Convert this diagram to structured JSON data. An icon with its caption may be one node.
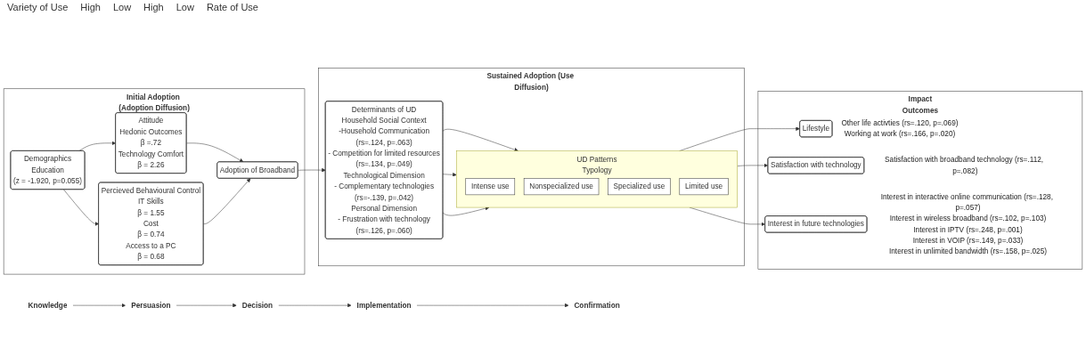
{
  "diagram": {
    "nodes": [
      {
        "text": [
          "Initial Adoption (Adoption Diffusion)"
        ]
      },
      {
        "text": [
          "Demographics",
          "Education",
          "(z = -1.920, p=0.055)"
        ],
        "in": 0
      },
      {
        "text": [
          "Attitude",
          "Hedonic Outcomes",
          "β =.72",
          "Technology Comfort",
          "β = 2.26"
        ],
        "in": 0
      },
      {
        "text": [
          "Percieved Behavioural Control",
          "IT Skills",
          "β = 1.55",
          "Cost",
          "β = 0.74",
          "Access to a PC",
          "β = 0.68"
        ],
        "in": 0
      },
      {
        "text": [
          "Adoption of Broadband"
        ],
        "in": 0
      },
      {
        "text": [
          "Sustained Adoption (Use Diffusion)"
        ]
      },
      {
        "text": [
          "Determinants of UD",
          "Household Social Context",
          "-Household Communication",
          "(rs=.124, p=.063)",
          "- Competition for limited resources",
          "(rs=.134, p=.049)",
          "Technological Dimension",
          "- Complementary technologies",
          "(rs=-.139, p=.042)",
          "Personal Dimension",
          "- Frustration with technology",
          "(rs=.126, p=.060)"
        ],
        "in": 5
      },
      {
        "text": [
          "UD Patterns",
          "Typology"
        ],
        "in": 5
      },
      {
        "text": [
          "Intense use"
        ],
        "in": 7
      },
      {
        "text": [
          "Nonspecialized use"
        ],
        "in": 7
      },
      {
        "text": [
          "Specialized use"
        ],
        "in": 7
      },
      {
        "text": [
          "Limited use"
        ],
        "in": 7
      },
      {
        "text": [
          "Impact",
          "Outcomes"
        ]
      },
      {
        "text": [
          "Lifestyle"
        ],
        "in": 12,
        "beside": [
          "Other life activties (rs=.120, p=.069)",
          "Working at work (rs=.166, p=.020)"
        ]
      },
      {
        "text": [
          "Satisfaction with technology"
        ],
        "in": 12,
        "beside": [
          "Satisfaction with broadband technology (rs=.112, p=.082)"
        ]
      },
      {
        "text": [
          "Interest in future technologies"
        ],
        "in": 12,
        "beside": [
          "Interest in interactive online communication (rs=.128, p=.057)",
          "Interest in wireless broadband (rs=.102, p=.103)",
          "Interest in IPTV (rs=.248, p=.001)",
          "Interest in VOIP (rs=.149, p=.033)",
          "Interest in unlimited bandwidth (rs=.158, p=.025)"
        ]
      },
      {
        "text": [
          "Knowledge"
        ]
      },
      {
        "text": [
          "Persuasion"
        ]
      },
      {
        "text": [
          "Decision"
        ]
      },
      {
        "text": [
          "Implementation"
        ]
      },
      {
        "text": [
          "Confirmation"
        ]
      }
    ],
    "edges": [
      {
        "from": 1,
        "to": 2,
        "arrow": "to"
      },
      {
        "from": 1,
        "to": 3,
        "arrow": "to"
      },
      {
        "from": 2,
        "to": 4,
        "arrow": "to"
      },
      {
        "from": 3,
        "to": 4,
        "arrow": "to"
      },
      {
        "from": 4,
        "to": 6,
        "arrow": "to"
      },
      {
        "from": 6,
        "to": 7,
        "arrow": "to"
      },
      {
        "from": 6,
        "to": 7,
        "arrow": "to"
      },
      {
        "from": 6,
        "to": 7,
        "arrow": "to"
      },
      {
        "from": 7,
        "to": 13,
        "arrow": "to"
      },
      {
        "from": 7,
        "to": 14,
        "arrow": "to"
      },
      {
        "from": 7,
        "to": 15,
        "arrow": "to"
      },
      {
        "from": 16,
        "to": 17,
        "arrow": "to"
      },
      {
        "from": 17,
        "to": 18,
        "arrow": "to"
      },
      {
        "from": 18,
        "to": 19,
        "arrow": "to"
      },
      {
        "from": 19,
        "to": 20,
        "arrow": "to"
      }
    ],
    "labels": [
      "Variety of Use",
      "High",
      "Low",
      "High",
      "Low",
      "Rate of Use"
    ]
  }
}
